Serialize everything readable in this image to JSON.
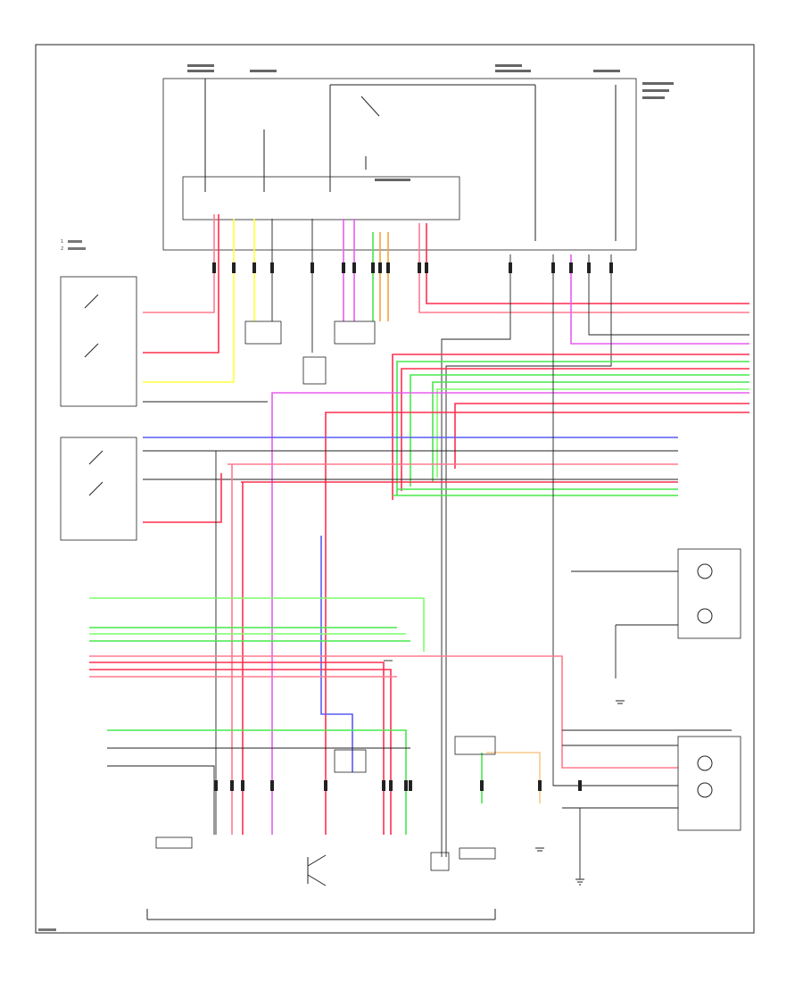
{
  "colors": {
    "red": "#ff2f4e",
    "pink": "#ff7b8e",
    "green": "#47e84c",
    "light_green": "#7dff6a",
    "yellow": "#ffff3a",
    "magenta": "#e85df2",
    "blue": "#5a5cf4",
    "orange": "#f3a33a",
    "light_orange": "#f8c98b",
    "black": "#222222",
    "gray": "#9a9a9a"
  },
  "diagram": {
    "page_id": "",
    "legend_marks": [
      "1",
      "2"
    ],
    "icons": [
      "ground-symbol",
      "switch-symbol",
      "lamp-symbol",
      "connector-symbol"
    ]
  }
}
